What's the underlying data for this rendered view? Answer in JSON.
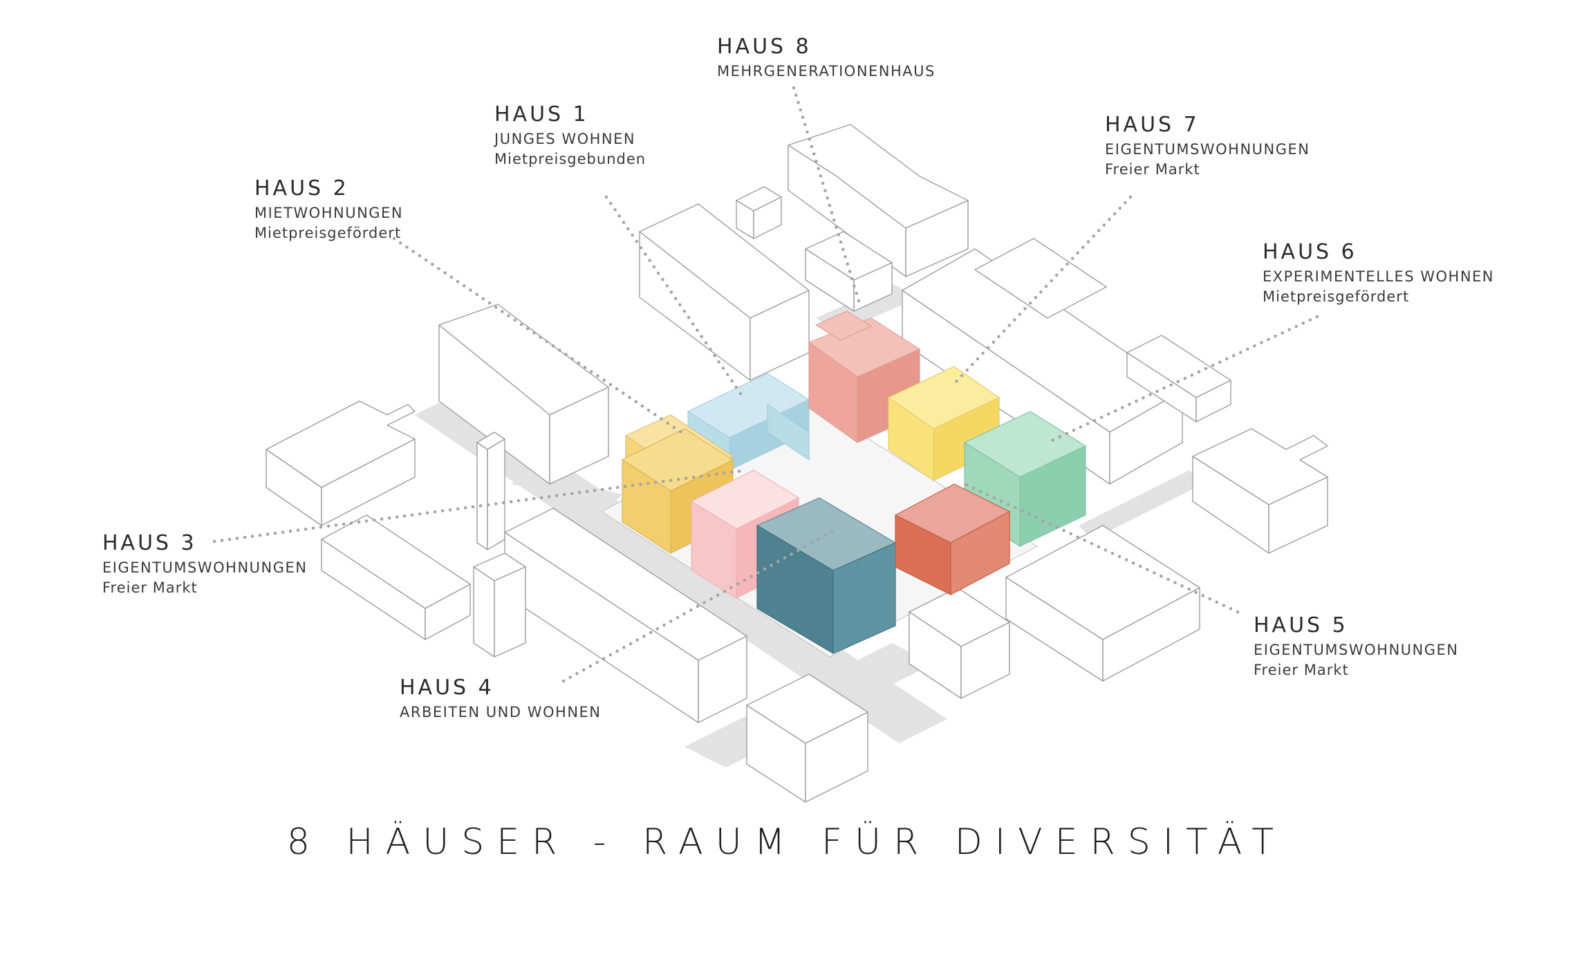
{
  "title": "8 HÄUSER - RAUM FÜR DIVERSITÄT",
  "houses": [
    {
      "name": "HAUS 1",
      "type": "JUNGES WOHNEN",
      "sub": "Mietpreisgebunden",
      "color": "#b8dce8"
    },
    {
      "name": "HAUS 2",
      "type": "MIETWOHNUNGEN",
      "sub": "Mietpreisgefördert",
      "color": "#f6d479"
    },
    {
      "name": "HAUS 3",
      "type": "EIGENTUMSWOHNUNGEN",
      "sub": "Freier Markt",
      "color": "#f2cf6c"
    },
    {
      "name": "HAUS 4",
      "type": "ARBEITEN UND WOHNEN",
      "sub": "",
      "color": "#f9c6c8"
    },
    {
      "name": "HAUS 5",
      "type": "EIGENTUMSWOHNUNGEN",
      "sub": "Freier Markt",
      "color": "#db6f55"
    },
    {
      "name": "HAUS 6",
      "type": "EXPERIMENTELLES WOHNEN",
      "sub": "Mietpreisgefördert",
      "color": "#9fd8bb"
    },
    {
      "name": "HAUS 7",
      "type": "EIGENTUMSWOHNUNGEN",
      "sub": "Freier Markt",
      "color": "#f9e27a"
    },
    {
      "name": "HAUS 8",
      "type": "MEHRGENERATIONENHAUS",
      "sub": "",
      "color": "#eea59b"
    }
  ],
  "colors": {
    "context": "#ffffff",
    "context_stroke": "#9d9d9d",
    "road": "#e2e2e2",
    "leader": "#a4a4a4",
    "haus4_core": "#4e8290"
  }
}
